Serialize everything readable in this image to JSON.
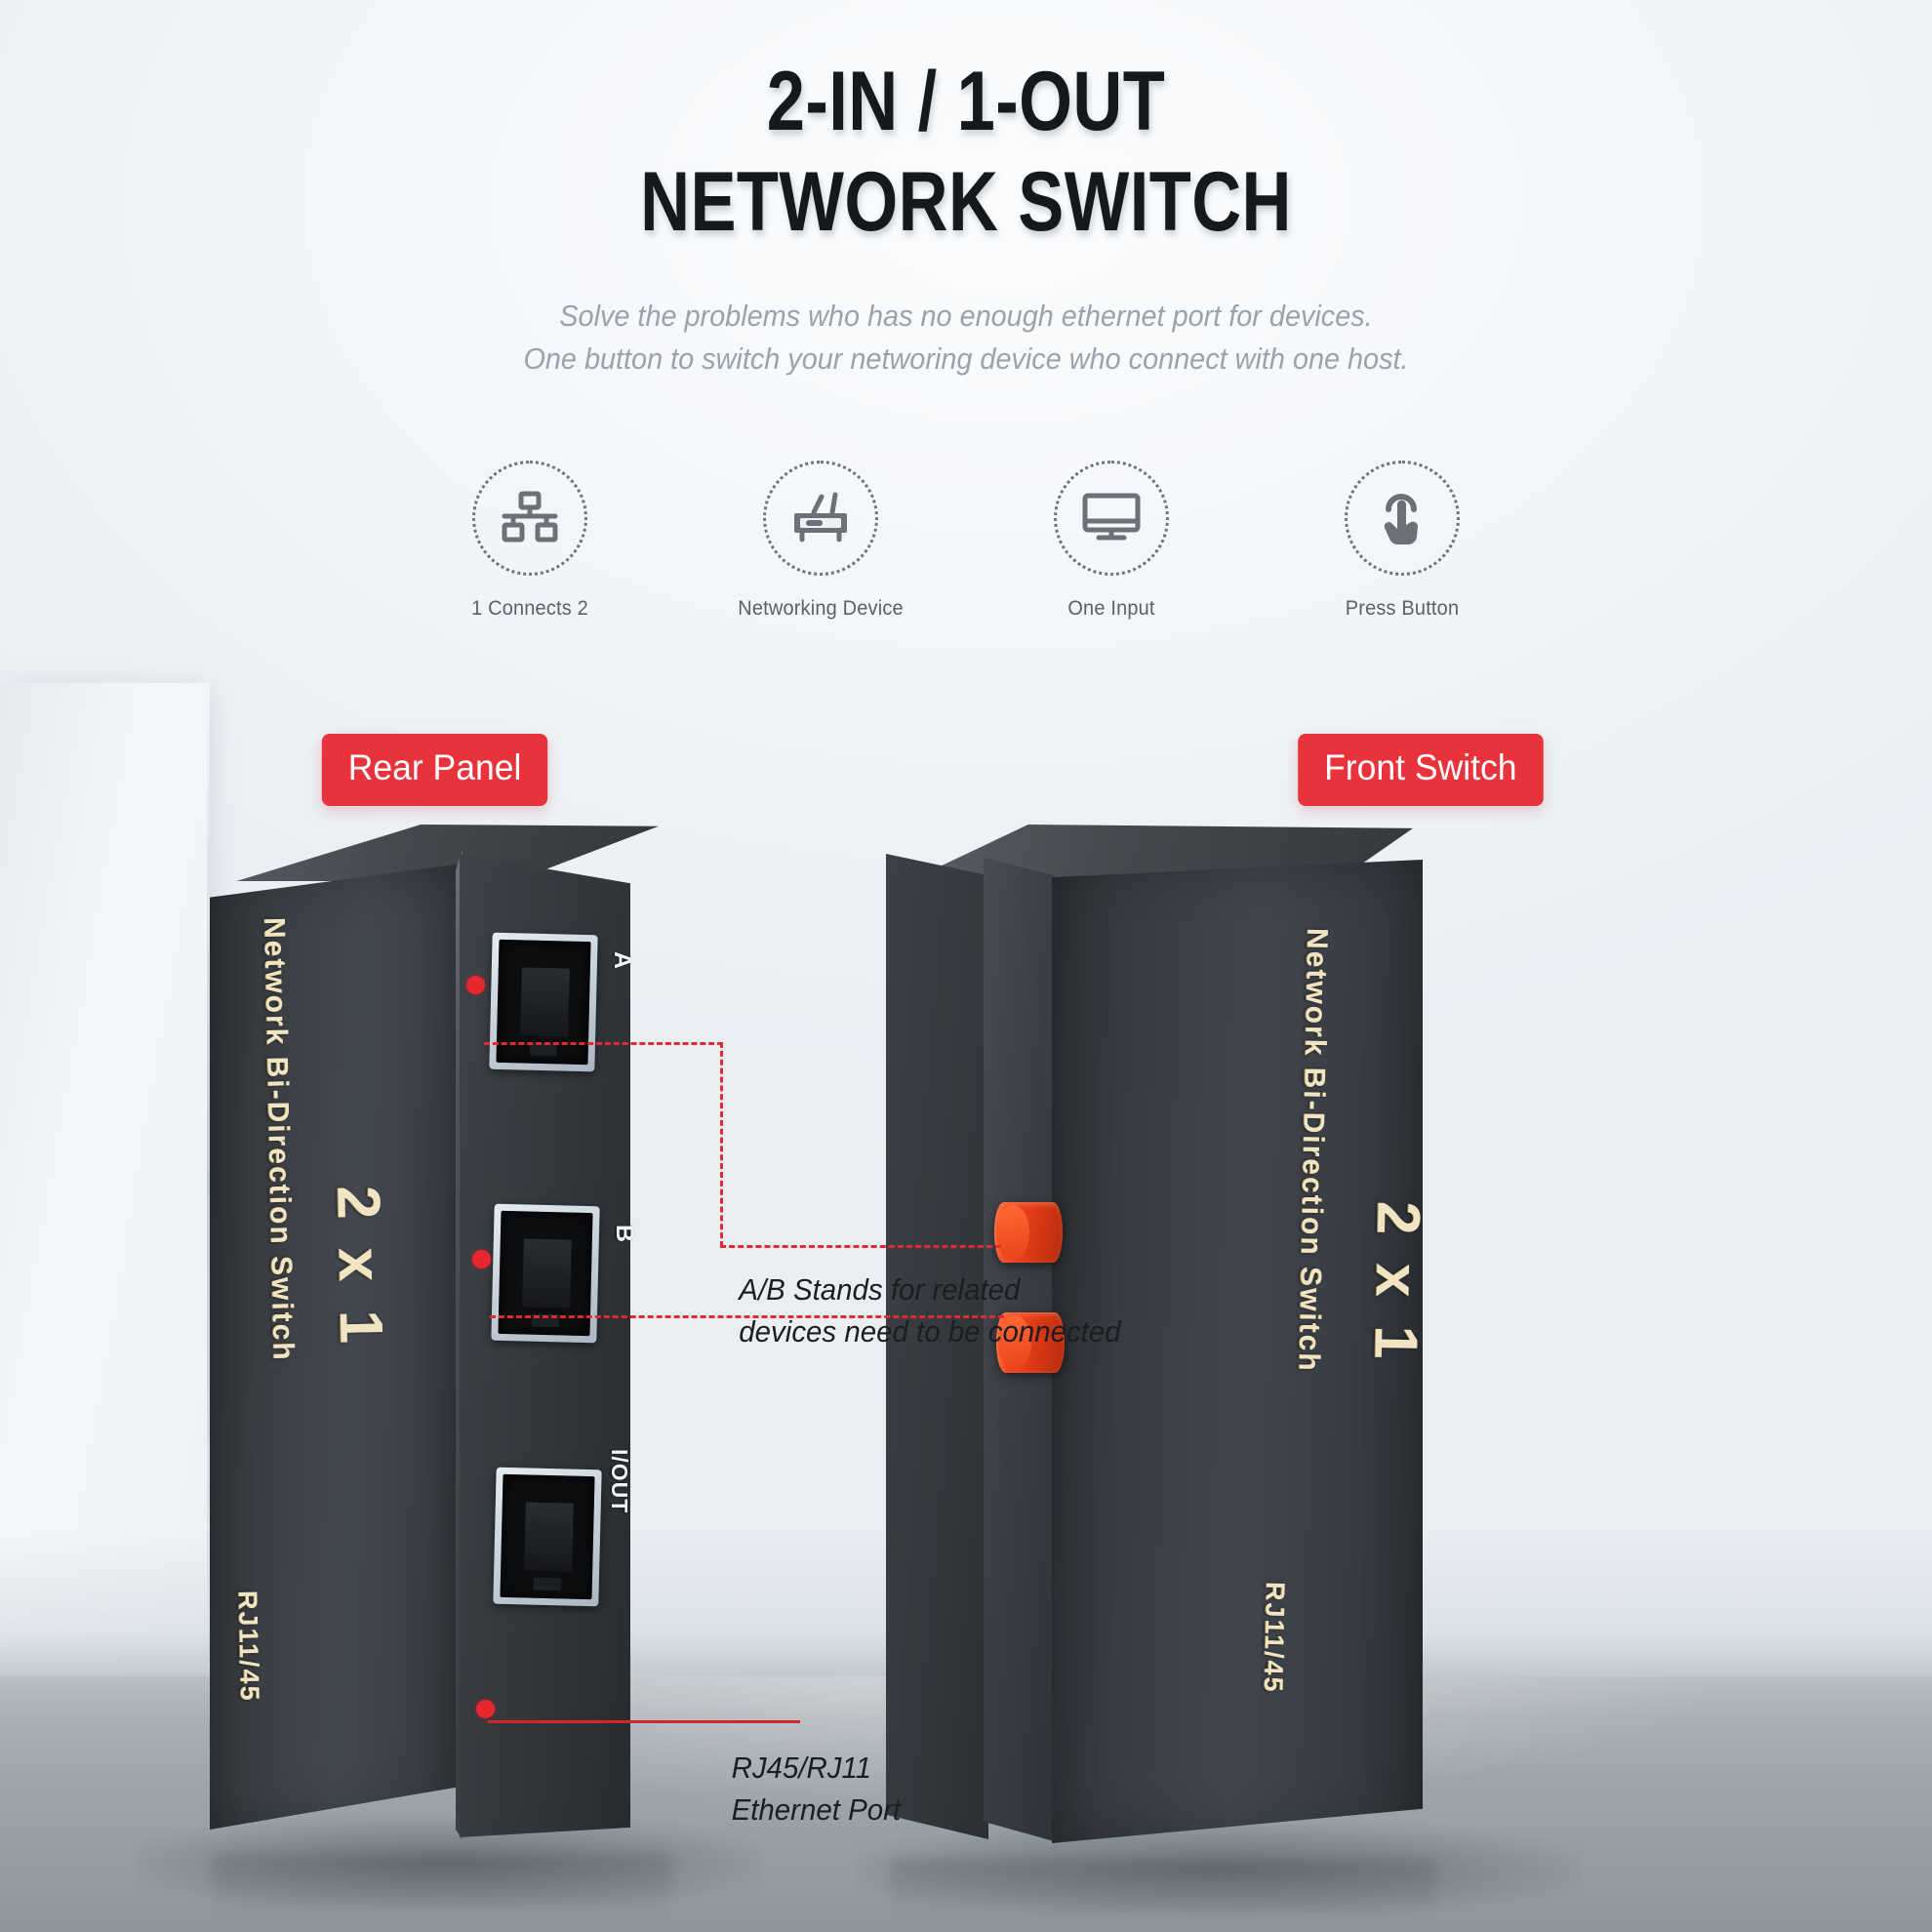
{
  "header": {
    "title_line1": "2-IN / 1-OUT",
    "title_line2": "NETWORK SWITCH",
    "subtitle_line1": "Solve the problems who has no enough ethernet port for devices.",
    "subtitle_line2": "One button to switch your networing device who connect with one host."
  },
  "features": [
    {
      "label": "1 Connects 2",
      "icon": "network-sitemap-icon"
    },
    {
      "label": "Networking Device",
      "icon": "router-icon"
    },
    {
      "label": "One Input",
      "icon": "monitor-icon"
    },
    {
      "label": "Press Button",
      "icon": "hand-tap-icon"
    }
  ],
  "badges": {
    "rear": "Rear Panel",
    "front": "Front Switch"
  },
  "device": {
    "brand_text": "Network Bi-Direction Switch",
    "model_text": "2 x 1",
    "connector_text": "RJ11/45",
    "port_labels": {
      "a": "A",
      "b": "B",
      "out": "I/OUT"
    }
  },
  "callouts": {
    "ab_line1": "A/B Stands for related",
    "ab_line2": "devices need to be connected",
    "port_line1": "RJ45/RJ11",
    "port_line2": "Ethernet Port"
  },
  "colors": {
    "accent_red": "#e8323c",
    "leader_red": "#e02a34",
    "button_orange": "#f0421c",
    "gold_text": "#f0e4c2",
    "background": "#f2f5f8"
  }
}
